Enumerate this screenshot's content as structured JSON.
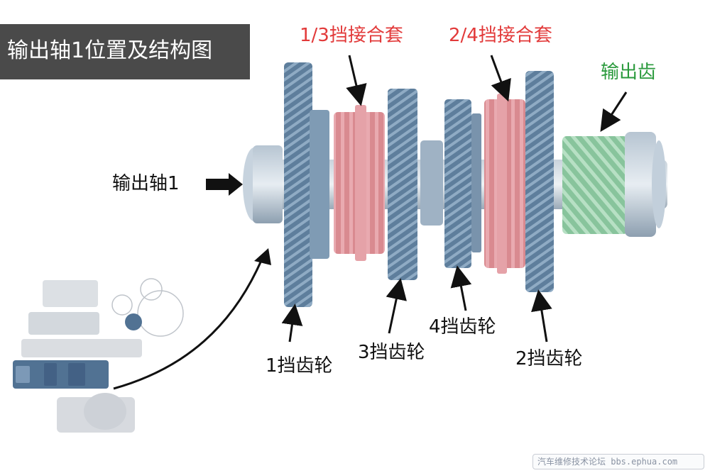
{
  "title": "输出轴1位置及结构图",
  "labels": {
    "sleeve_13": "1/3挡接合套",
    "sleeve_24": "2/4挡接合套",
    "output_gear": "输出齿",
    "output_shaft": "输出轴1",
    "gear_1": "1挡齿轮",
    "gear_3": "3挡齿轮",
    "gear_4": "4挡齿轮",
    "gear_2": "2挡齿轮"
  },
  "watermark": "汽车维修技术论坛 bbs.ephua.com",
  "colors": {
    "sleeve": "#e23a3a",
    "output_gear": "#2a9a3c",
    "gear_steel": "#5c7c99",
    "sleeve_pink": "#d9868c",
    "output_green": "#8fcaa3",
    "title_bg": "#4a4a4a"
  }
}
